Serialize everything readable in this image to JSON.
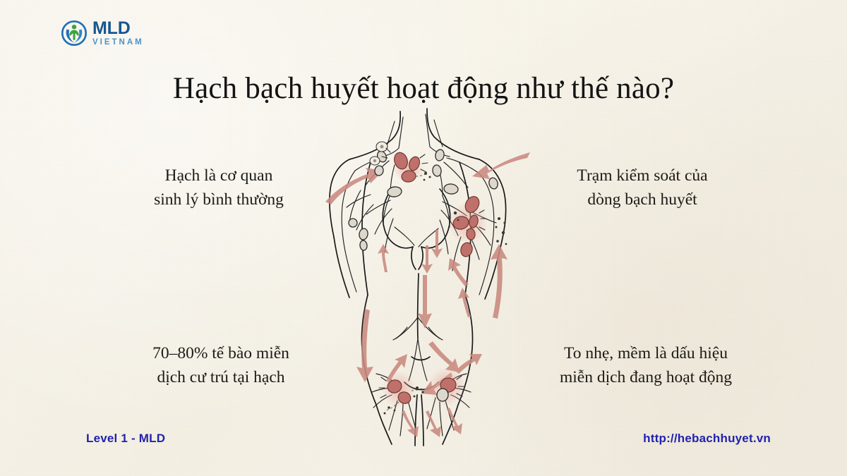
{
  "slide": {
    "background_color": "#f5f1e6",
    "title": "Hạch bạch huyết hoạt động như thế nào?"
  },
  "logo": {
    "mark_name": "mld-vietnam-logo-icon",
    "main_text": "MLD",
    "sub_text": "VIETNAM",
    "main_color": "#16578f",
    "sub_color": "#4e93c4",
    "figure_color": "#3da33d",
    "swoosh_color": "#1f6fb5"
  },
  "captions": {
    "top_left": "Hạch là cơ quan\nsinh lý bình thường",
    "top_right": "Trạm kiểm soát của\ndòng bạch huyết",
    "bottom_left": "70–80% tế bào miễn\ndịch cư trú tại hạch",
    "bottom_right": "To nhẹ, mềm là dấu hiệu\nmiễn dịch đang hoạt động"
  },
  "illustration": {
    "name": "lymphatic-system-torso-diagram",
    "description": "Hand-drawn human torso showing lymphatic vessels, lymph node clusters and flow arrows",
    "ink_color": "#1a1a1a",
    "node_inflamed_color": "#c0706a",
    "node_normal_color": "#ddd6cb",
    "arrow_color": "#c9897f",
    "halo_color": "#e8a79e"
  },
  "footer": {
    "left_text": "Level 1 - MLD",
    "right_text": "http://hebachhuyet.vn",
    "color": "#2222ae"
  }
}
